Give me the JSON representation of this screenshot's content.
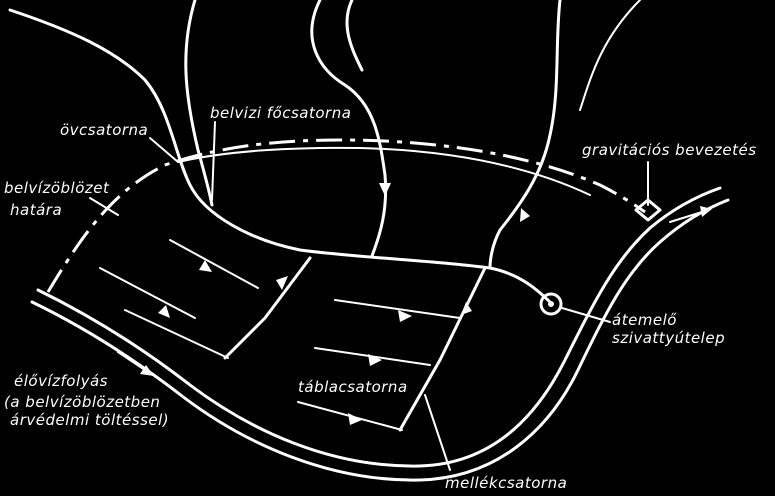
{
  "labels": {
    "ovcsatorna": "övcsatorna",
    "belvizi_focsatorna": "belvizi főcsatorna",
    "gravitacios_bevezetes": "gravitációs bevezetés",
    "belvizoblozet_hatara_1": "belvízöblözet",
    "belvizoblozet_hatara_2": "határa",
    "atemelo_1": "átemelő",
    "atemelo_2": "szivattyútelep",
    "elovizfolyas_1": "élővízfolyás",
    "elovizfolyas_2": "(a belvízöblözetben",
    "elovizfolyas_3": "árvédelmi töltéssel)",
    "tablacsatorna": "táblacsatorna",
    "mellekcsatorna": "mellékcsatorna"
  }
}
